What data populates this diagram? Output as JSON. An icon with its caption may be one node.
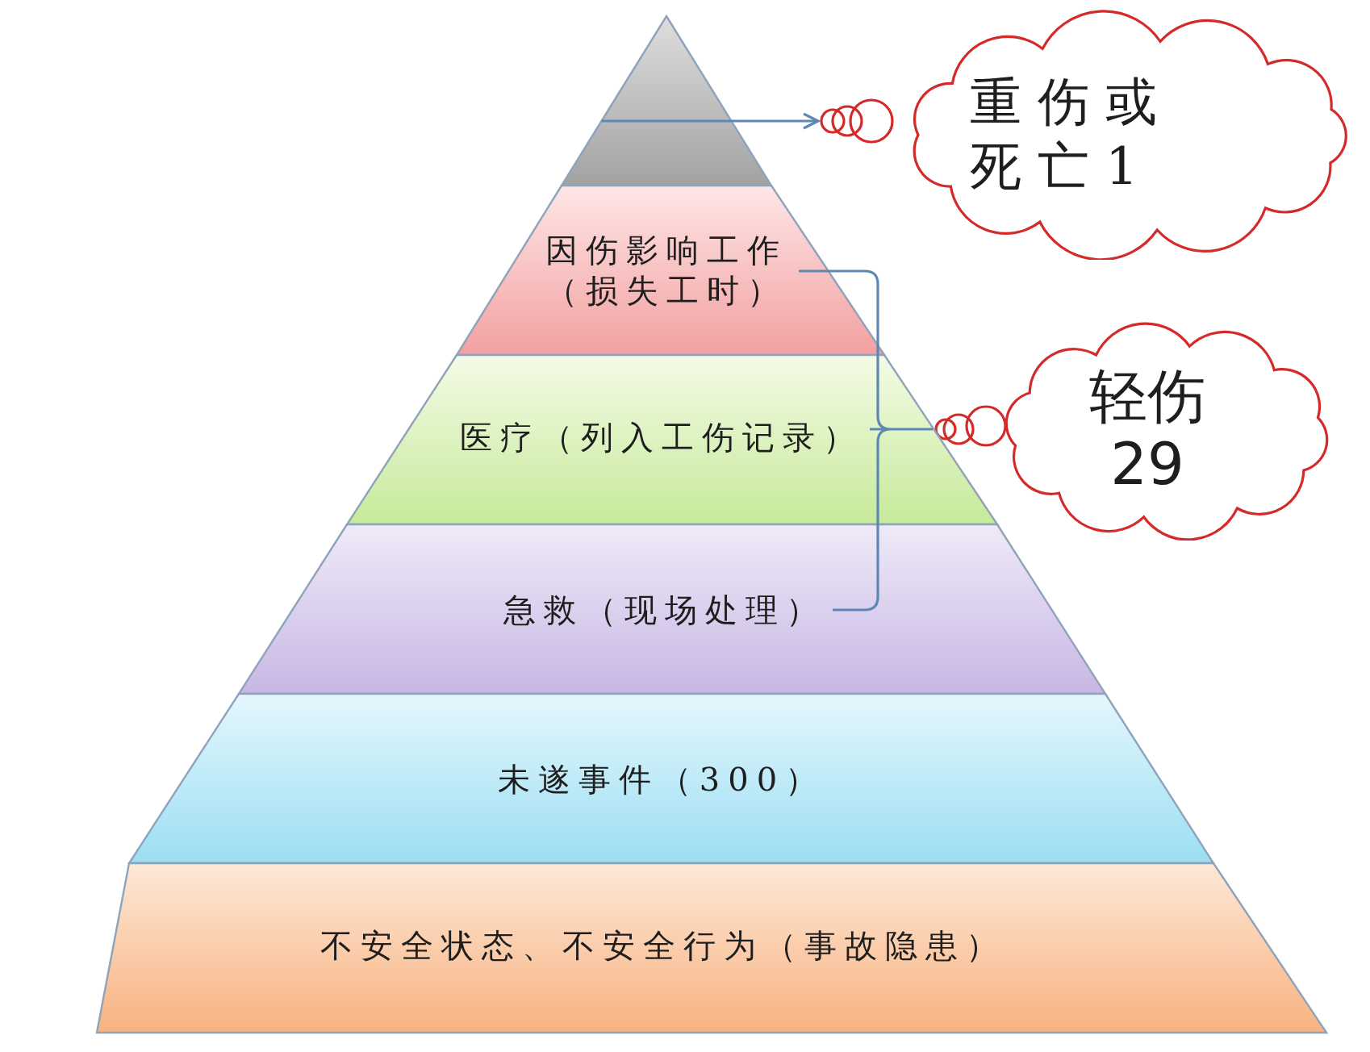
{
  "diagram": {
    "nodes": [
      {
        "text": [],
        "shape": "triangle"
      },
      {
        "text": [
          "重伤或死亡1"
        ]
      },
      {
        "text": [
          "因伤影响工作（损失工时）"
        ]
      },
      {
        "text": [
          "轻伤29"
        ]
      },
      {
        "text": [
          "医疗（列入工伤记录）"
        ]
      },
      {
        "text": [
          "急救（现场处理）"
        ]
      },
      {
        "text": [
          "未遂事件（300）"
        ]
      },
      {
        "text": [
          "不安全状态、不安全行为（事故隐患）"
        ]
      }
    ],
    "edges": [
      {
        "from": 0,
        "to": 1,
        "arrow": "to"
      },
      {
        "from": 2,
        "to": 3,
        "arrow": "none"
      },
      {
        "from": 4,
        "to": 3,
        "arrow": "none"
      },
      {
        "from": 5,
        "to": 3,
        "arrow": "none"
      }
    ]
  }
}
